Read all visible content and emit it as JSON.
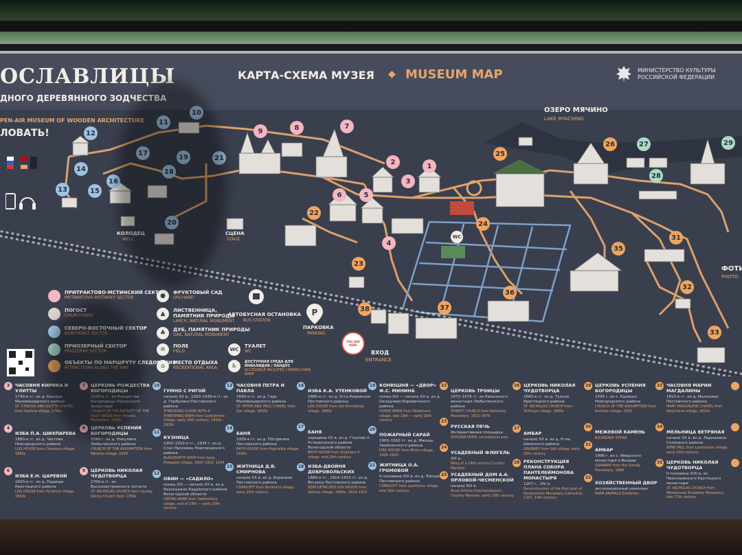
{
  "header": {
    "brand_title": "ОСЛАВЛИЦЫ",
    "brand_subtitle": "ДНОГО ДЕРЕВЯННОГО ЗОДЧЕСТВА",
    "brand_subtitle_en": "PEN-AIR MUSEUM OF WOODEN ARCHITECTURE",
    "welcome": "ЛОВАТЬ!",
    "map_title_ru": "КАРТА-СХЕМА МУЗЕЯ",
    "map_title_sep": "◆",
    "map_title_en": "MUSEUM MAP",
    "ministry": "МИНИСТЕРСТВО КУЛЬТУРЫ РОССИЙСКОЙ ФЕДЕРАЦИИ"
  },
  "map": {
    "lake_ru": "ОЗЕРО МЯЧИНО",
    "lake_en": "LAKE MYACHINO",
    "foto_ru": "ФОТИ",
    "foto_en": "PHOTO",
    "labels": {
      "well_ru": "КОЛОДЕЦ",
      "well_en": "WELL",
      "stage_ru": "СЦЕНА",
      "stage_en": "STAGE",
      "bus_ru": "АВТОБУСНАЯ ОСТАНОВКА",
      "bus_en": "BUS STATION",
      "parking_ru": "ПАРКОВКА",
      "parking_en": "PARKING",
      "entrance_ru": "ВХОД",
      "entrance_en": "ENTRANCE",
      "you_are_here": "YOU ARE HERE",
      "wc": "WC"
    },
    "markers": [
      {
        "n": "1",
        "color": "pink"
      },
      {
        "n": "2",
        "color": "pink"
      },
      {
        "n": "3",
        "color": "pink"
      },
      {
        "n": "4",
        "color": "pink"
      },
      {
        "n": "5",
        "color": "pink"
      },
      {
        "n": "6",
        "color": "pink"
      },
      {
        "n": "7",
        "color": "pink"
      },
      {
        "n": "8",
        "color": "pink"
      },
      {
        "n": "9",
        "color": "pink"
      },
      {
        "n": "10",
        "color": "blue"
      },
      {
        "n": "11",
        "color": "blue"
      },
      {
        "n": "12",
        "color": "blue"
      },
      {
        "n": "13",
        "color": "blue"
      },
      {
        "n": "14",
        "color": "blue"
      },
      {
        "n": "15",
        "color": "blue"
      },
      {
        "n": "16",
        "color": "blue"
      },
      {
        "n": "17",
        "color": "blue"
      },
      {
        "n": "18",
        "color": "blue"
      },
      {
        "n": "19",
        "color": "blue"
      },
      {
        "n": "20",
        "color": "blue"
      },
      {
        "n": "21",
        "color": "blue"
      },
      {
        "n": "22",
        "color": "orange"
      },
      {
        "n": "23",
        "color": "orange"
      },
      {
        "n": "24",
        "color": "orange"
      },
      {
        "n": "25",
        "color": "orange"
      },
      {
        "n": "26",
        "color": "orange"
      },
      {
        "n": "27",
        "color": "green"
      },
      {
        "n": "28",
        "color": "green"
      },
      {
        "n": "29",
        "color": "green"
      },
      {
        "n": "31",
        "color": "orange"
      },
      {
        "n": "32",
        "color": "orange"
      },
      {
        "n": "33",
        "color": "orange"
      },
      {
        "n": "35",
        "color": "orange"
      },
      {
        "n": "36",
        "color": "orange"
      },
      {
        "n": "37",
        "color": "orange"
      },
      {
        "n": "38",
        "color": "orange"
      }
    ]
  },
  "legend": [
    {
      "ru": "ПРИТРАКТОВО-МСТИНСКИЙ СЕКТОР",
      "en": "PRITRAKTOVO-MSTINSKY SECTOR",
      "color": "#f4b6c1"
    },
    {
      "ru": "ПОГОСТ",
      "en": "CHURCHYARD",
      "color": "#d9d2cb"
    },
    {
      "ru": "СЕВЕРО-ВОСТОЧНЫЙ СЕКТОР",
      "en": "NORTHEAST SECTOR",
      "color": "#9cc3e2"
    },
    {
      "ru": "ПРИОЗЕРНЫЙ СЕКТОР",
      "en": "PRIOZERNY SECTOR",
      "color": "#a9dbc6"
    },
    {
      "ru": "ОБЪЕКТЫ ПО МАРШРУТУ СЛЕДОВАНИЯ",
      "en": "ATTRACTIONS ALONG THE WAY",
      "color": "#f0a55e"
    }
  ],
  "legend_icons": [
    {
      "ru": "ФРУКТОВЫЙ САД",
      "en": "ORCHARD",
      "icon": "apple-icon"
    },
    {
      "ru": "ЛИСТВЕННИЦА, ПАМЯТНИК ПРИРОДЫ",
      "en": "LARCH, NATURAL MONUMENT",
      "icon": "larch-icon"
    },
    {
      "ru": "ДУБ, ПАМЯТНИК ПРИРОДЫ",
      "en": "OAK, NATURAL MONUMENT",
      "icon": "oak-icon"
    },
    {
      "ru": "ПОЛЕ",
      "en": "FIELD",
      "icon": "field-icon"
    },
    {
      "ru": "МЕСТО ОТДЫХА",
      "en": "RECREATIONAL AREA",
      "icon": "bench-icon"
    }
  ],
  "legend_icons2": [
    {
      "ru": "ТУАЛЕТ",
      "en": "WC",
      "icon": "wc-icon"
    },
    {
      "ru": "ДОСТУПНАЯ СРЕДА ДЛЯ ИНВАЛИДОВ / ПАНДУС",
      "en": "ACCESSIBLE FACILITIES / WHEELCHAIR RAMP",
      "icon": "wheelchair-icon"
    }
  ],
  "objects": [
    {
      "n": "3",
      "color": "#f4b6c1",
      "title": "ЧАСОВНЯ КИРИКА И УЛИТТЫ",
      "ru": "1740-е гг. из д. Кашира Маловишерского района",
      "en": "ST. CYRICUS AND JULITTA CHAPEL from Kashira village, 1740s"
    },
    {
      "n": "4",
      "color": "#f4b6c1",
      "title": "ИЗБА П.А. ШИХПАРЕВА",
      "ru": "1880-е гг. из д. Частова Новгородского района",
      "en": "LOG HOUSE from Chastova village, 1880s"
    },
    {
      "n": "6",
      "color": "#f4b6c1",
      "title": "ИЗБА Е.Н. ЦАРЕВОЙ",
      "ru": "1820-е гг. из д. Пырищи Крестецкого района",
      "en": "LOG HOUSE from Pyrishchi village, 1820s"
    },
    {
      "n": "7",
      "color": "#f4b6c1",
      "title": "ЦЕРКОВЬ РОЖДЕСТВА БОГОРОДИЦЫ",
      "ru": "1530-е гг. из Рождества Богородицы Передского монастыря",
      "en": "CHURCH OF THE NATIVITY OF THE HOLY VIRGIN from Peredki Monastery, 1530s"
    },
    {
      "n": "8",
      "color": "#f4b6c1",
      "title": "ЦЕРКОВЬ УСПЕНИЯ БОГОРОДИЦЫ",
      "ru": "1599 г. из д. Никулино Любытинского района",
      "en": "CHURCH OF THE ASSUMPTION from Nikulino village, 1599"
    },
    {
      "n": "9",
      "color": "#f4b6c1",
      "title": "ЦЕРКОВЬ НИКОЛАЯ ЧУДОТВОРЦА",
      "ru": "1700-е гг. из Высокоостровского погоста",
      "en": "ST. NICHOLAS CHURCH from Vysoky Ostrov Church Yard, 1760s"
    },
    {
      "n": "10",
      "color": "#9cc3e2",
      "title": "ГУМНО С РИГОЙ",
      "ru": "начало XX в., 1920–1930-е гг. из д. Горбухино Пестовского района",
      "en": "THRESHING FLOOR WITH A THRESHING BARN from Gorbukhino village, early 20th century, 1920s–1930s"
    },
    {
      "n": "11",
      "color": "#9cc3e2",
      "title": "КУЗНИЦА",
      "ru": "1900–1910-е гг., 1934 г. из д. Спас-Писковец Новгородского района",
      "en": "BLACKSMITH SHOP from Spas-Piskopets village, 1900–1910, 1934"
    },
    {
      "n": "12",
      "color": "#9cc3e2",
      "title": "ОВИН — «САДИЛО»",
      "ru": "конец XIX — начало XX в. из д. Вахонькино Кадуйского района Вологодской области",
      "en": "DRYING BARN from Vakhonkino village, end of 19th — early 20th century"
    },
    {
      "n": "13",
      "color": "#9cc3e2",
      "title": "ЧАСОВНЯ ПЕТРА И ПАВЛА",
      "ru": "1690-е гг. из д. Гарь Маловишерского района",
      "en": "ST. PETER AND PAUL CHAPEL from Gar village, 1690s"
    },
    {
      "n": "14",
      "color": "#9cc3e2",
      "title": "БАНЯ",
      "ru": "1930-е гг. из д. Погорелка Пестовского района",
      "en": "BATH HOUSE from Pogorelka village, 1930s"
    },
    {
      "n": "15",
      "color": "#9cc3e2",
      "title": "ЖИТНИЦА Д.В. СМИРНОВА",
      "ru": "начало XX в. из д. Борисино Пестовского района",
      "en": "CORNLOFT from Borikhino village, early 20th century"
    },
    {
      "n": "16",
      "color": "#9cc3e2",
      "title": "ИЗБА К.А. УТЕНКОВОЙ",
      "ru": "1880-е гг. из д. Усть-Кировское Пестовского района",
      "en": "LOG HOUSE from Ust-Kirovskoye village, 1880s"
    },
    {
      "n": "17",
      "color": "#9cc3e2",
      "title": "БАНЯ",
      "ru": "середина XX в. из д. Глухово II Устюженского района Вологодской области",
      "en": "BATH HOUSE from Glukhovo II village, mid-20th century"
    },
    {
      "n": "18",
      "color": "#9cc3e2",
      "title": "ИЗБА-ДВОЙНЯ ДОБРОВОЛЬСКИХ",
      "ru": "1880-е гг., 1914–1915 гг. из д. Вотроса Пестовского района",
      "en": "SEMI-DETACHED LOG HOUSE from Votrosa village, 1880s, 1914–1915"
    },
    {
      "n": "19",
      "color": "#9cc3e2",
      "title": "КОНЮШНЯ — «ДВОР» Ф.С. МИНИНА",
      "ru": "конец XIX — начало XX в. из д. Окладнево Боровичского района",
      "en": "HORSE BARN from Okladnevo village, late 19th — early 20th century"
    },
    {
      "n": "20",
      "color": "#9cc3e2",
      "title": "ПОЖАРНЫЙ САРАЙ",
      "ru": "1900–1910 гг. из д. Мжицы Хвойнинского района",
      "en": "FIRE HOUSE from Mintsi village, 1900–1910"
    },
    {
      "n": "21",
      "color": "#9cc3e2",
      "title": "ЖИТНИЦА О.А. ГРОМОВОЙ",
      "ru": "II половина XIX в. из д. Ляпцино Пестовского района",
      "en": "CORNLOFT from Lyamtsino village, late 19th century"
    },
    {
      "n": "22",
      "color": "#f0a55e",
      "title": "ЦЕРКОВЬ ТРОИЦЫ",
      "ru": "1672–1676 гг. из Реконского монастыря Любытинского района",
      "en": "TRINITY CHURCH from Rekonsky Monastery, 1672–1676"
    },
    {
      "n": "23",
      "color": "#f0a55e",
      "title": "РУССКАЯ ПЕЧЬ",
      "ru": "Интерактивная площадка",
      "en": "RUSSIAN OVEN, recreational area"
    },
    {
      "n": "24",
      "color": "#f0a55e",
      "title": "УСАДЕБНЫЙ ФЛИГЕЛЬ",
      "ru": "XIX в.",
      "en": "Wing of a 19th century Country Mansion"
    },
    {
      "n": "25",
      "color": "#f0a55e",
      "title": "УСАДЕБНЫЙ ДОМ А.А. ОРЛОВОЙ-ЧЕСМЕНСКОЙ",
      "ru": "начало XIX в.",
      "en": "Anna Orlova-Chesmenskaya's Country Mansion, early 19th century"
    },
    {
      "n": "26",
      "color": "#f0a55e",
      "title": "ЦЕРКОВЬ НИКОЛАЯ ЧУДОТВОРЦА",
      "ru": "1680-е гг. из д. Тухоля Крестецкого района",
      "en": "ST. NICHOLAS CHURCH from Tukholya village, 1680s"
    },
    {
      "n": "27",
      "color": "#f0a55e",
      "title": "АМБАР",
      "ru": "начало XX в. из д. Углы Шимского района",
      "en": "GRANARY from Ugli village, early 20th century"
    },
    {
      "n": "28",
      "color": "#f0a55e",
      "title": "РЕКОНСТРУКЦИЯ ПЛАНА СОБОРА ПАНТЕЛЕЙМОНОВА МОНАСТЫРЯ",
      "ru": "1207 г., XIV в.",
      "en": "Reconstruction of the floor plan of Panteleimon Monastery Cathedral, 1207, 14th century"
    },
    {
      "n": "29",
      "color": "#f0a55e",
      "title": "ЦЕРКОВЬ УСПЕНИЯ БОГОРОДИЦЫ",
      "ru": "1595 г. из с. Курицко Новгородского района",
      "en": "CHURCH OF THE ASSUMPTION from Kuritsko village, 1595"
    },
    {
      "n": "30",
      "color": "#f0a55e",
      "title": "МЕЖЕВОЙ КАМЕНЬ",
      "ru": "",
      "en": "BOUNDARY STONE"
    },
    {
      "n": "31",
      "color": "#f0a55e",
      "title": "АМБАР",
      "ru": "1896 г. из с. Иверского монастыря в Валдае",
      "en": "GRANARY from the Iversky Monastery, 1896"
    },
    {
      "n": "32",
      "color": "#f0a55e",
      "title": "ХОЗЯЙСТВЕННЫЙ ДВОР",
      "ru": "экспозиционный комплекс",
      "en": "FARM ANIMALS Exhibition"
    },
    {
      "n": "33",
      "color": "#f0a55e",
      "title": "ЧАСОВНЯ МАРИИ МАГДАЛИНЫ",
      "ru": "1810-е гг. из д. Мальшево Пестовского района",
      "en": "MARY MAGDALENE CHAPEL from Malyshevo village, 1810s"
    },
    {
      "n": "34",
      "color": "#f0a55e",
      "title": "МЕЛЬНИЦА ВЕТРЯНАЯ",
      "ru": "начало XX в. из д. Ладошкино Солецкого района",
      "en": "WIND MILL from Ladoshkino village, early 20th century"
    },
    {
      "n": "35",
      "color": "#f0a55e",
      "title": "ЦЕРКОВЬ НИКОЛАЯ ЧУДОТВОРЦА",
      "ru": "II половина XVII в. из Николаевского Крутецкого монастыря",
      "en": "ST. NICHOLAS CHURCH from Nikolaevsky Krutetsky Monastery, late 17th century"
    }
  ]
}
